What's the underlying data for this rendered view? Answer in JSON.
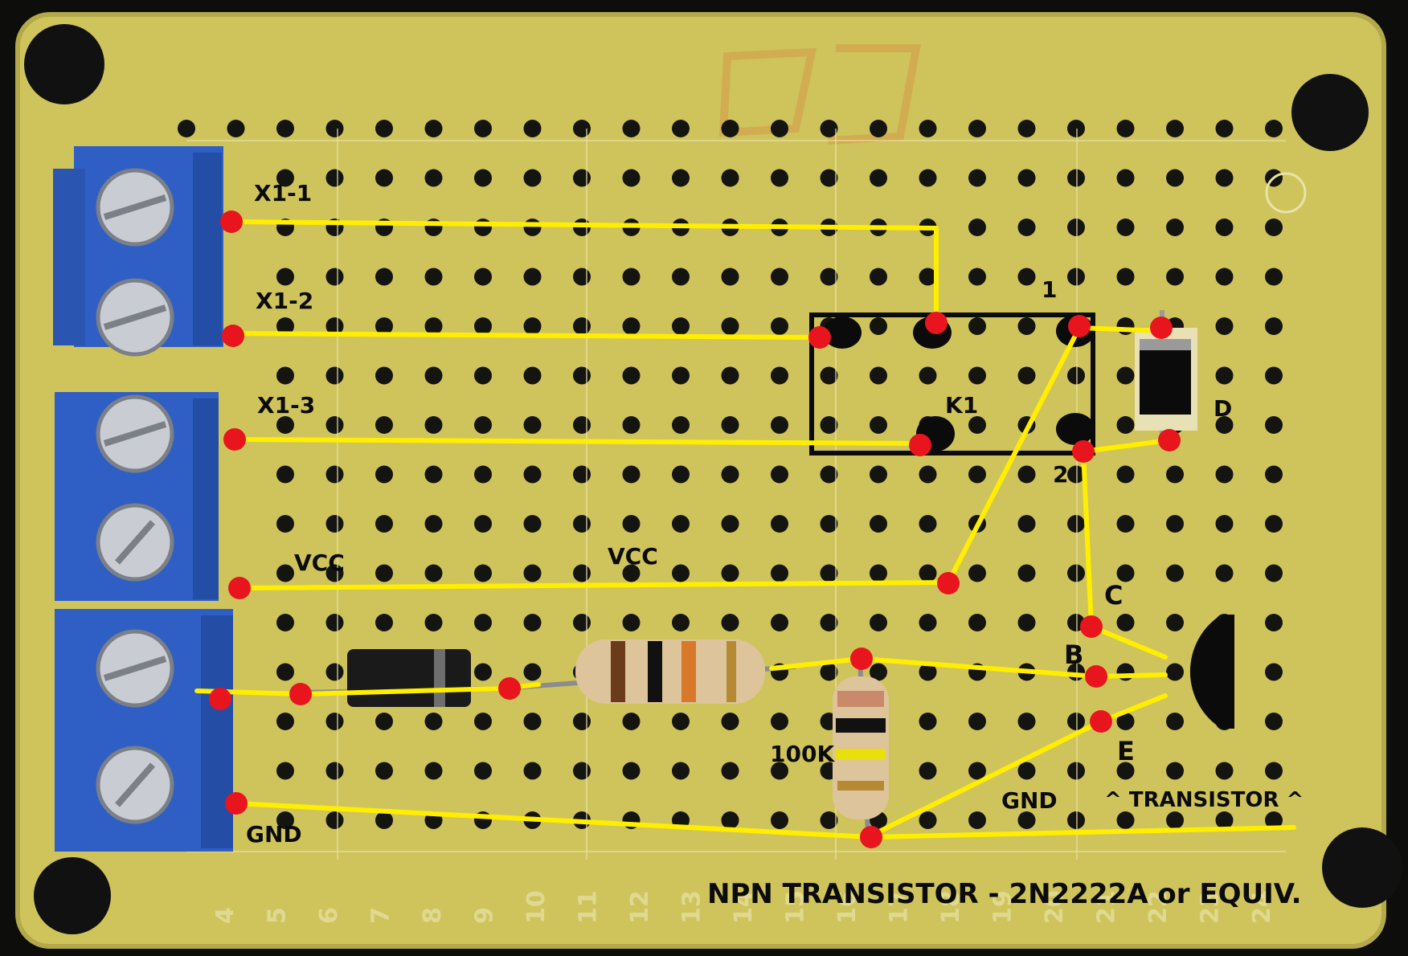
{
  "colors": {
    "board": "#cfc45c",
    "board_edge": "#b3a84a",
    "hole": "#141410",
    "wire": "#ffee00",
    "pad": "#e8141e",
    "terminal_block": "#2f5fc4",
    "label": "#0b0b0b",
    "silkscreen": "#eae3a8"
  },
  "labels": {
    "x1_1": "X1-1",
    "x1_2": "X1-2",
    "x1_3": "X1-3",
    "vcc_left": "VCC",
    "vcc_mid": "VCC",
    "gnd_left": "GND",
    "gnd_right": "GND",
    "k1": "K1",
    "relay_pin1": "1",
    "relay_pin2": "2",
    "diode": "D",
    "collector": "C",
    "base": "B",
    "emitter": "E",
    "resistor": "100K",
    "transistor": "^ TRANSISTOR ^",
    "caption": "NPN TRANSISTOR - 2N2222A or EQUIV."
  },
  "silkscreen_numbers": [
    "4",
    "5",
    "6",
    "7",
    "8",
    "9",
    "10",
    "11",
    "12",
    "13",
    "14",
    "15",
    "16",
    "17",
    "18",
    "19",
    "20",
    "21",
    "22",
    "23",
    "24"
  ]
}
